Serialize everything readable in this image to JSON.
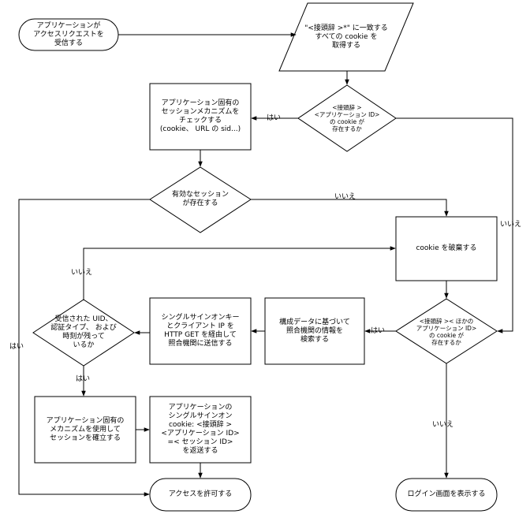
{
  "nodes": {
    "start": {
      "lines": [
        "アプリケーションが",
        "アクセスリクエストを",
        "受信する"
      ]
    },
    "get_cookies": {
      "lines": [
        "\"<接頭辞 >*\" に一致する",
        "すべての cookie を",
        "取得する"
      ]
    },
    "check_app_cookie": {
      "lines": [
        "<接頭辞 >",
        "<アプリケーション ID>",
        "の cookie が",
        "存在するか"
      ]
    },
    "check_session": {
      "lines": [
        "アプリケーション固有の",
        "セッションメカニズムを",
        "チェックする",
        "(cookie、 URL の sid...)"
      ]
    },
    "valid_session": {
      "lines": [
        "有効なセッション",
        "が存在する"
      ]
    },
    "discard_cookie": {
      "lines": [
        "cookie を破棄する"
      ]
    },
    "check_other_cookie": {
      "lines": [
        "<接頭辞 >< ほかの",
        "アプリケーション ID>",
        "の cookie が",
        "存在するか"
      ]
    },
    "lookup_config": {
      "lines": [
        "構成データに基づいて",
        "照合機関の情報を",
        "検索する"
      ]
    },
    "send_key": {
      "lines": [
        "シングルサインオンキー",
        "とクライアント IP を",
        "HTTP GET を経由して",
        "照合機関に送信する"
      ]
    },
    "received_uid": {
      "lines": [
        "受信された UID、",
        "認証タイプ、 および",
        "時刻が残って",
        "いるか"
      ]
    },
    "establish_session": {
      "lines": [
        "アプリケーション固有の",
        "メカニズムを使用して",
        "セッションを確立する"
      ]
    },
    "return_cookie": {
      "lines": [
        "アプリケーションの",
        "シングルサインオン",
        "cookie: <接頭辞 >",
        "<アプリケーション ID>",
        "=< セッション ID>",
        "を返送する"
      ]
    },
    "allow_access": {
      "lines": [
        "アクセスを許可する"
      ]
    },
    "show_login": {
      "lines": [
        "ログイン画面を表示する"
      ]
    }
  },
  "edge_labels": {
    "yes_app_cookie": "はい",
    "no_valid_session": "いいえ",
    "no_app_cookie": "いいえ",
    "no_uid": "いいえ",
    "yes_other_cookie": "はい",
    "yes_uid": "はい",
    "yes_valid_session": "はい",
    "no_other_cookie": "いいえ"
  }
}
